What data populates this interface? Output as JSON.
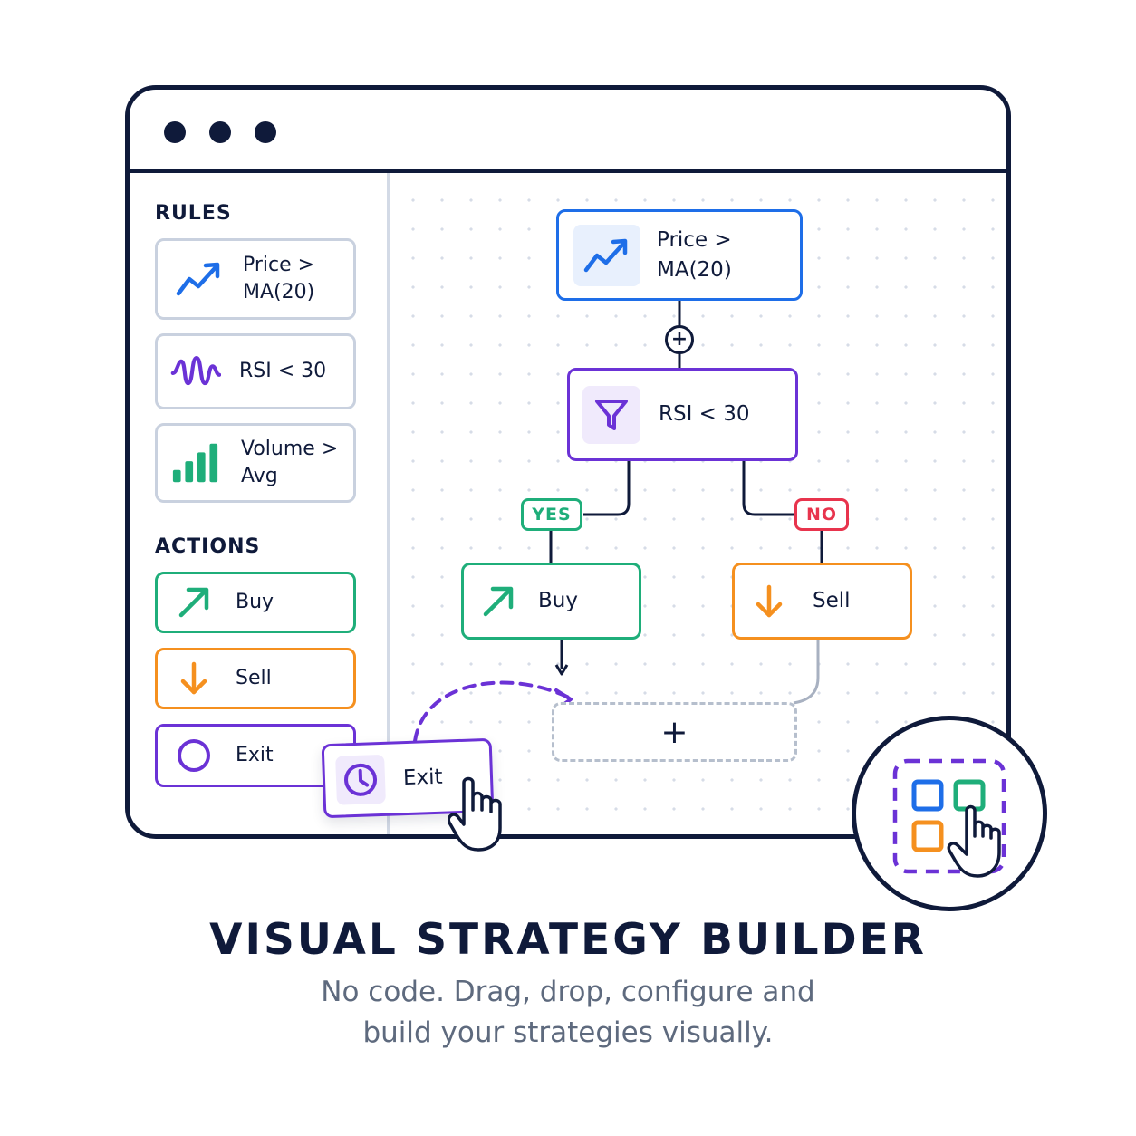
{
  "sidebar": {
    "rules_title": "RULES",
    "rules": [
      {
        "label": "Price >\nMA(20)",
        "icon": "trend-up-icon"
      },
      {
        "label": "RSI < 30",
        "icon": "wave-icon"
      },
      {
        "label": "Volume >\nAvg",
        "icon": "bar-chart-icon"
      }
    ],
    "actions_title": "ACTIONS",
    "actions": [
      {
        "label": "Buy",
        "icon": "arrow-up-right-icon"
      },
      {
        "label": "Sell",
        "icon": "arrow-down-icon"
      },
      {
        "label": "Exit",
        "icon": "circle-icon"
      }
    ]
  },
  "canvas": {
    "nodes": {
      "price": "Price >\nMA(20)",
      "rsi": "RSI < 30",
      "buy": "Buy",
      "sell": "Sell"
    },
    "yes_label": "YES",
    "no_label": "NO",
    "add_node_symbol": "+",
    "connector_add_symbol": "+"
  },
  "dragging_card": {
    "label": "Exit",
    "icon": "clock-icon"
  },
  "heading": "VISUAL STRATEGY BUILDER",
  "subtitle": "No code. Drag, drop, configure and\nbuild your strategies visually.",
  "colors": {
    "navy": "#0f1a3a",
    "blue": "#1e6ee8",
    "purple": "#6b32d6",
    "green": "#1fae7a",
    "orange": "#f5901f",
    "red": "#e8344d",
    "gray_border": "#c9d1df"
  }
}
